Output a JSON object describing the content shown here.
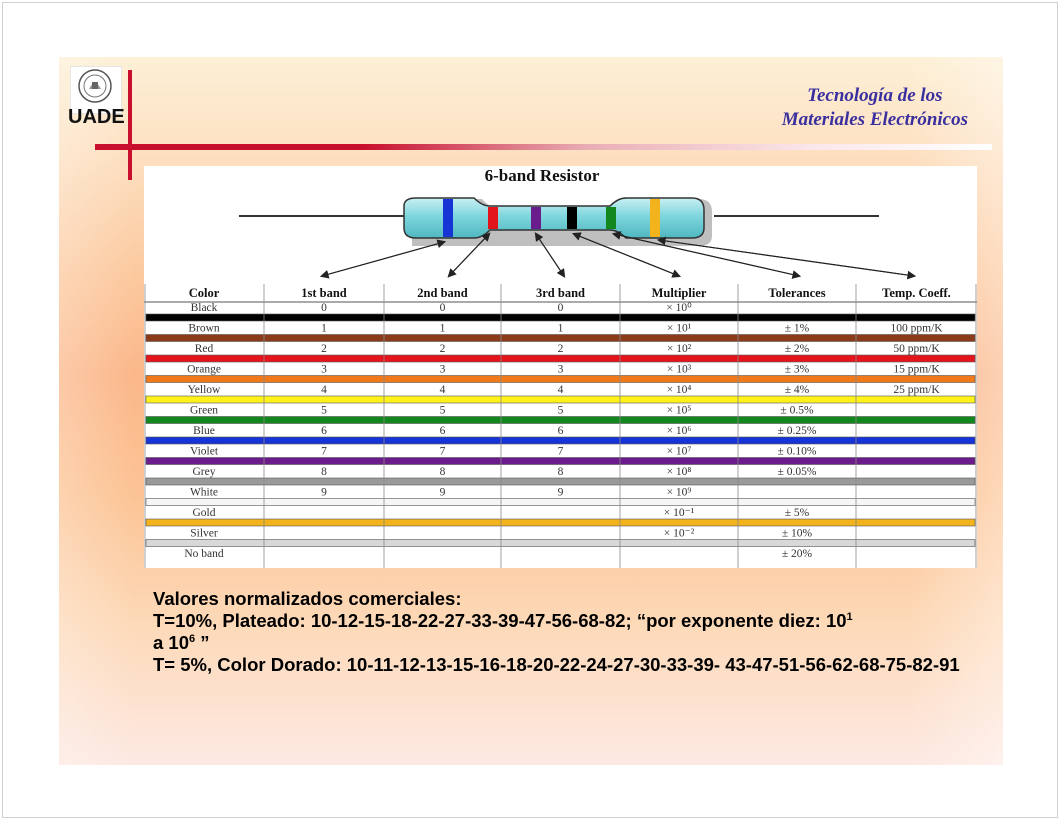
{
  "logo": {
    "text": "UADE"
  },
  "header": {
    "line1": "Tecnología de los",
    "line2": "Materiales Electrónicos"
  },
  "figure": {
    "title": "6-band Resistor",
    "columns": [
      "Color",
      "1st band",
      "2nd band",
      "3rd band",
      "Multiplier",
      "Tolerances",
      "Temp. Coeff."
    ],
    "rows": [
      {
        "color": "Black",
        "b1": "0",
        "b2": "0",
        "b3": "0",
        "mult": "× 10⁰",
        "tol": "",
        "temp": "",
        "swatch": "#000000"
      },
      {
        "color": "Brown",
        "b1": "1",
        "b2": "1",
        "b3": "1",
        "mult": "× 10¹",
        "tol": "± 1%",
        "temp": "100 ppm/K",
        "swatch": "#8b3a1a"
      },
      {
        "color": "Red",
        "b1": "2",
        "b2": "2",
        "b3": "2",
        "mult": "× 10²",
        "tol": "± 2%",
        "temp": "50 ppm/K",
        "swatch": "#e3141b"
      },
      {
        "color": "Orange",
        "b1": "3",
        "b2": "3",
        "b3": "3",
        "mult": "× 10³",
        "tol": "± 3%",
        "temp": "15 ppm/K",
        "swatch": "#f07a1a"
      },
      {
        "color": "Yellow",
        "b1": "4",
        "b2": "4",
        "b3": "4",
        "mult": "× 10⁴",
        "tol": "± 4%",
        "temp": "25 ppm/K",
        "swatch": "#fff21a"
      },
      {
        "color": "Green",
        "b1": "5",
        "b2": "5",
        "b3": "5",
        "mult": "× 10⁵",
        "tol": "± 0.5%",
        "temp": "",
        "swatch": "#12871e"
      },
      {
        "color": "Blue",
        "b1": "6",
        "b2": "6",
        "b3": "6",
        "mult": "× 10⁶",
        "tol": "± 0.25%",
        "temp": "",
        "swatch": "#1633d6"
      },
      {
        "color": "Violet",
        "b1": "7",
        "b2": "7",
        "b3": "7",
        "mult": "× 10⁷",
        "tol": "± 0.10%",
        "temp": "",
        "swatch": "#6a1b8c"
      },
      {
        "color": "Grey",
        "b1": "8",
        "b2": "8",
        "b3": "8",
        "mult": "× 10⁸",
        "tol": "± 0.05%",
        "temp": "",
        "swatch": "#9a9a9a"
      },
      {
        "color": "White",
        "b1": "9",
        "b2": "9",
        "b3": "9",
        "mult": "× 10⁹",
        "tol": "",
        "temp": "",
        "swatch": "#f6f6f6"
      },
      {
        "color": "Gold",
        "b1": "",
        "b2": "",
        "b3": "",
        "mult": "× 10⁻¹",
        "tol": "± 5%",
        "temp": "",
        "swatch": "#f2b31c"
      },
      {
        "color": "Silver",
        "b1": "",
        "b2": "",
        "b3": "",
        "mult": "× 10⁻²",
        "tol": "± 10%",
        "temp": "",
        "swatch": "#d8d8d8"
      },
      {
        "color": "No band",
        "b1": "",
        "b2": "",
        "b3": "",
        "mult": "",
        "tol": "± 20%",
        "temp": "",
        "swatch": ""
      }
    ],
    "resistor_bands": [
      "#1633d6",
      "#e3141b",
      "#6a1b8c",
      "#000000",
      "#12871e",
      "#f2b31c"
    ],
    "body_color": "#7fd6dd"
  },
  "notes": {
    "line1": "Valores normalizados comerciales:",
    "line2a": "T=10%, Plateado: 10-12-15-18-22-27-33-39-47-56-68-82; “por exponente diez: 10",
    "line2a_sup": "1",
    "line2b": "a 10",
    "line2b_sup": "6",
    "line2b_end": " ”",
    "line3": "T= 5%, Color Dorado: 10-11-12-13-15-16-18-20-22-24-27-30-33-39- 43-47-51-56-62-68-75-82-91"
  }
}
